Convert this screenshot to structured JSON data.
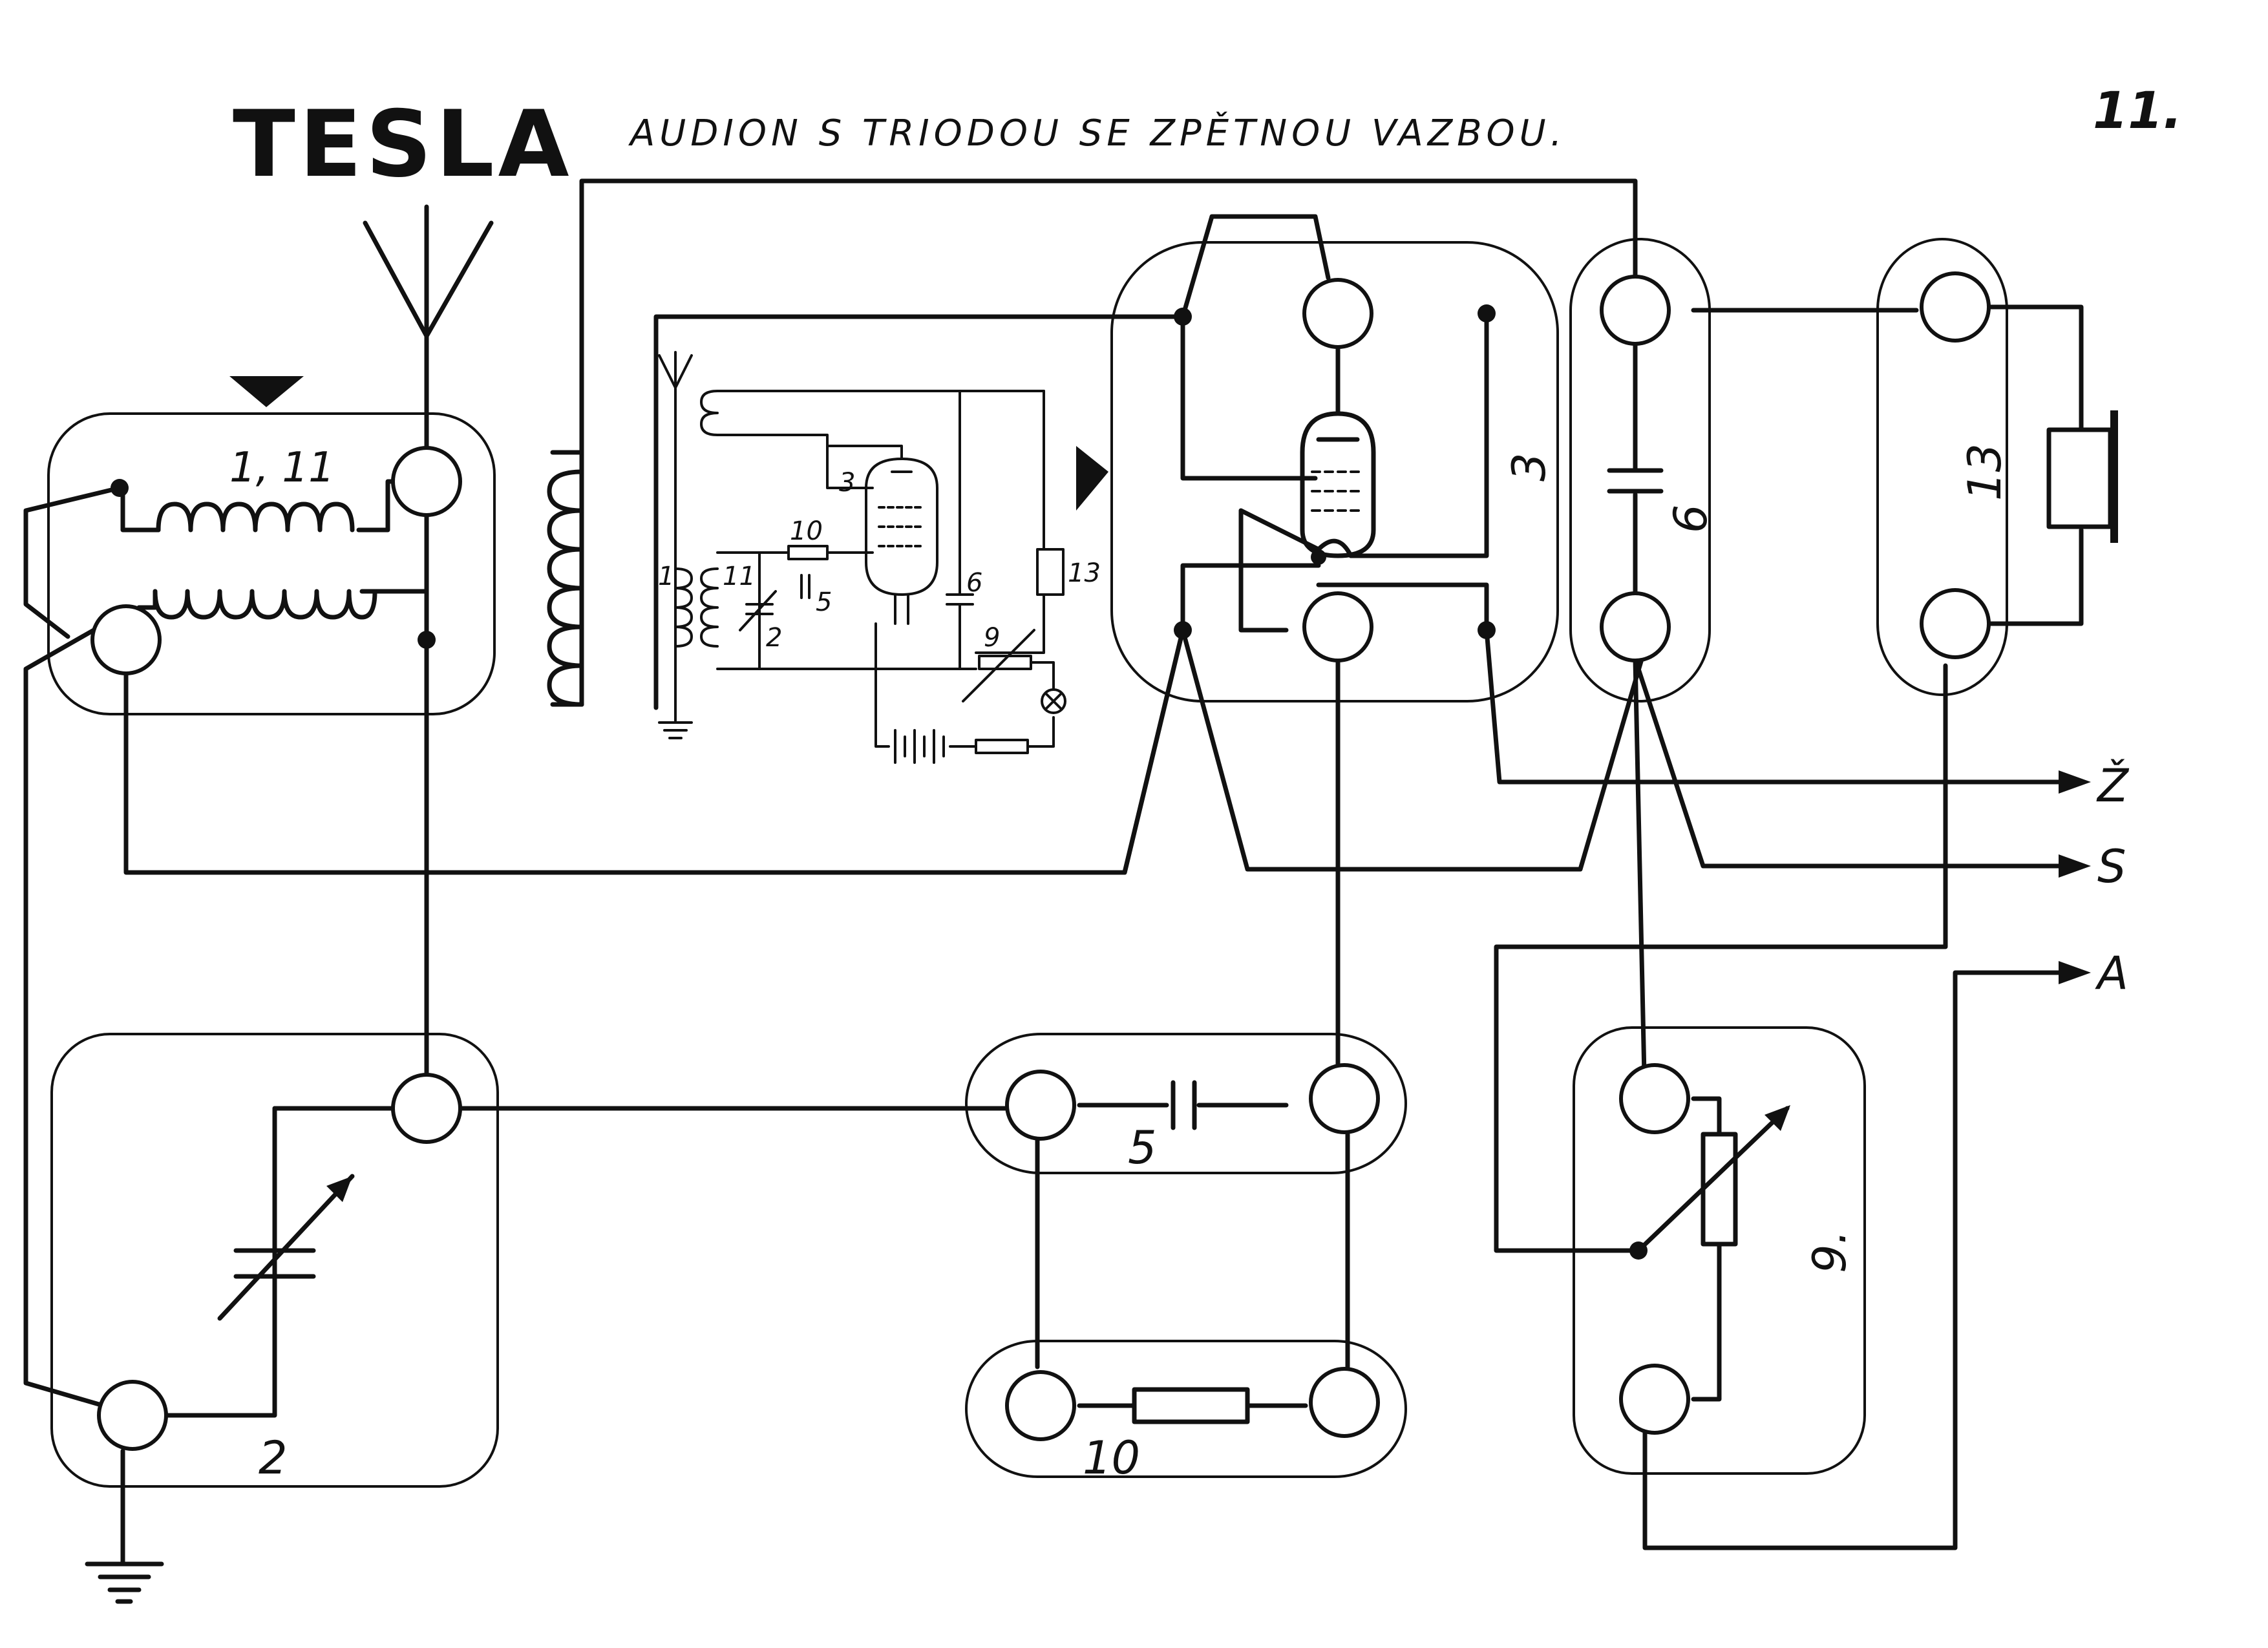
{
  "header": {
    "brand": "TESLA",
    "title": "AUDION S TRIODOU SE ZPĚTNOU VAZBOU.",
    "sheet_number": "11."
  },
  "components": {
    "coil_block": "1, 11",
    "tube_block": "3",
    "capacitor_6_block": "6",
    "earphone_block": "13",
    "variable_capacitor_block": "2",
    "grid_capacitor_block": "5",
    "grid_resistor_block": "10",
    "rheostat_block": "9."
  },
  "schematic_labels": {
    "l1": "1",
    "l11": "11",
    "l2": "2",
    "l3": "3",
    "l5": "5",
    "l6": "6",
    "l9": "9",
    "l10": "10",
    "l13": "13"
  },
  "terminals": {
    "z": "Ž",
    "s": "S",
    "a": "A"
  }
}
